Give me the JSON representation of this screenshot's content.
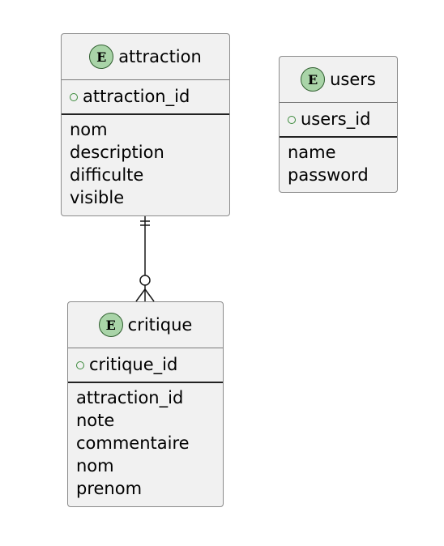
{
  "diagram": {
    "entities": [
      {
        "id": "attraction",
        "badge": "E",
        "name": "attraction",
        "primary_key": "attraction_id",
        "attributes": [
          "nom",
          "description",
          "difficulte",
          "visible"
        ]
      },
      {
        "id": "users",
        "badge": "E",
        "name": "users",
        "primary_key": "users_id",
        "attributes": [
          "name",
          "password"
        ]
      },
      {
        "id": "critique",
        "badge": "E",
        "name": "critique",
        "primary_key": "critique_id",
        "attributes": [
          "attraction_id",
          "note",
          "commentaire",
          "nom",
          "prenom"
        ]
      }
    ],
    "relationships": [
      {
        "from": "attraction",
        "from_cardinality": "exactly-one",
        "to": "critique",
        "to_cardinality": "zero-or-many"
      }
    ]
  }
}
